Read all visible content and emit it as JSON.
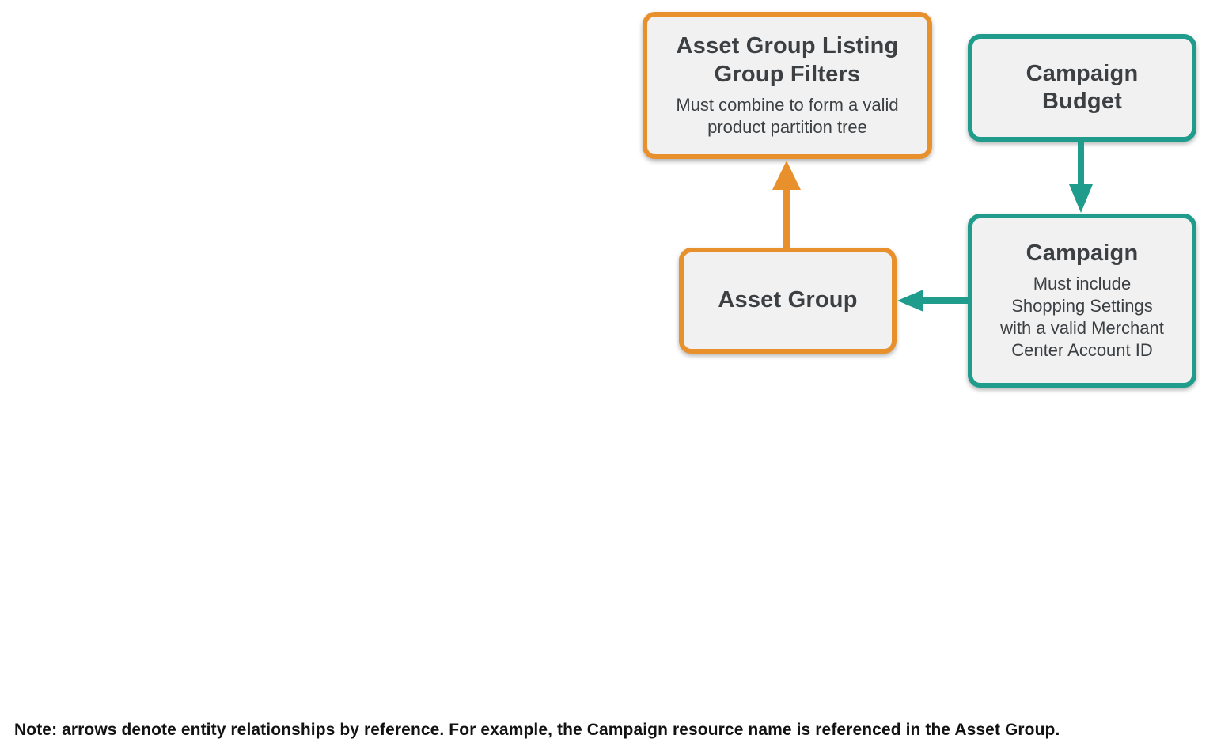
{
  "nodes": {
    "listing_filters": {
      "title": "Asset Group Listing\nGroup Filters",
      "subtitle": "Must combine to form a valid\nproduct partition tree",
      "accent": "#E8902C"
    },
    "campaign_budget": {
      "title": "Campaign\nBudget",
      "accent": "#1F9C8B"
    },
    "campaign": {
      "title": "Campaign",
      "subtitle": "Must include\nShopping Settings\nwith a valid Merchant\nCenter Account ID",
      "accent": "#1F9C8B"
    },
    "asset_group": {
      "title": "Asset Group",
      "accent": "#E8902C"
    }
  },
  "edges": [
    {
      "from": "asset_group",
      "to": "listing_filters",
      "direction": "up",
      "color": "#E8902C"
    },
    {
      "from": "campaign_budget",
      "to": "campaign",
      "direction": "down",
      "color": "#1F9C8B"
    },
    {
      "from": "campaign",
      "to": "asset_group",
      "direction": "left",
      "color": "#1F9C8B"
    }
  ],
  "colors": {
    "orange": "#E8902C",
    "teal": "#1F9C8B",
    "box_fill": "#F1F1F2",
    "text": "#3C4043",
    "note_text": "#121212",
    "background": "#FFFFFF"
  },
  "note": "Note: arrows denote entity relationships by reference. For example, the Campaign resource name is referenced in the Asset Group."
}
